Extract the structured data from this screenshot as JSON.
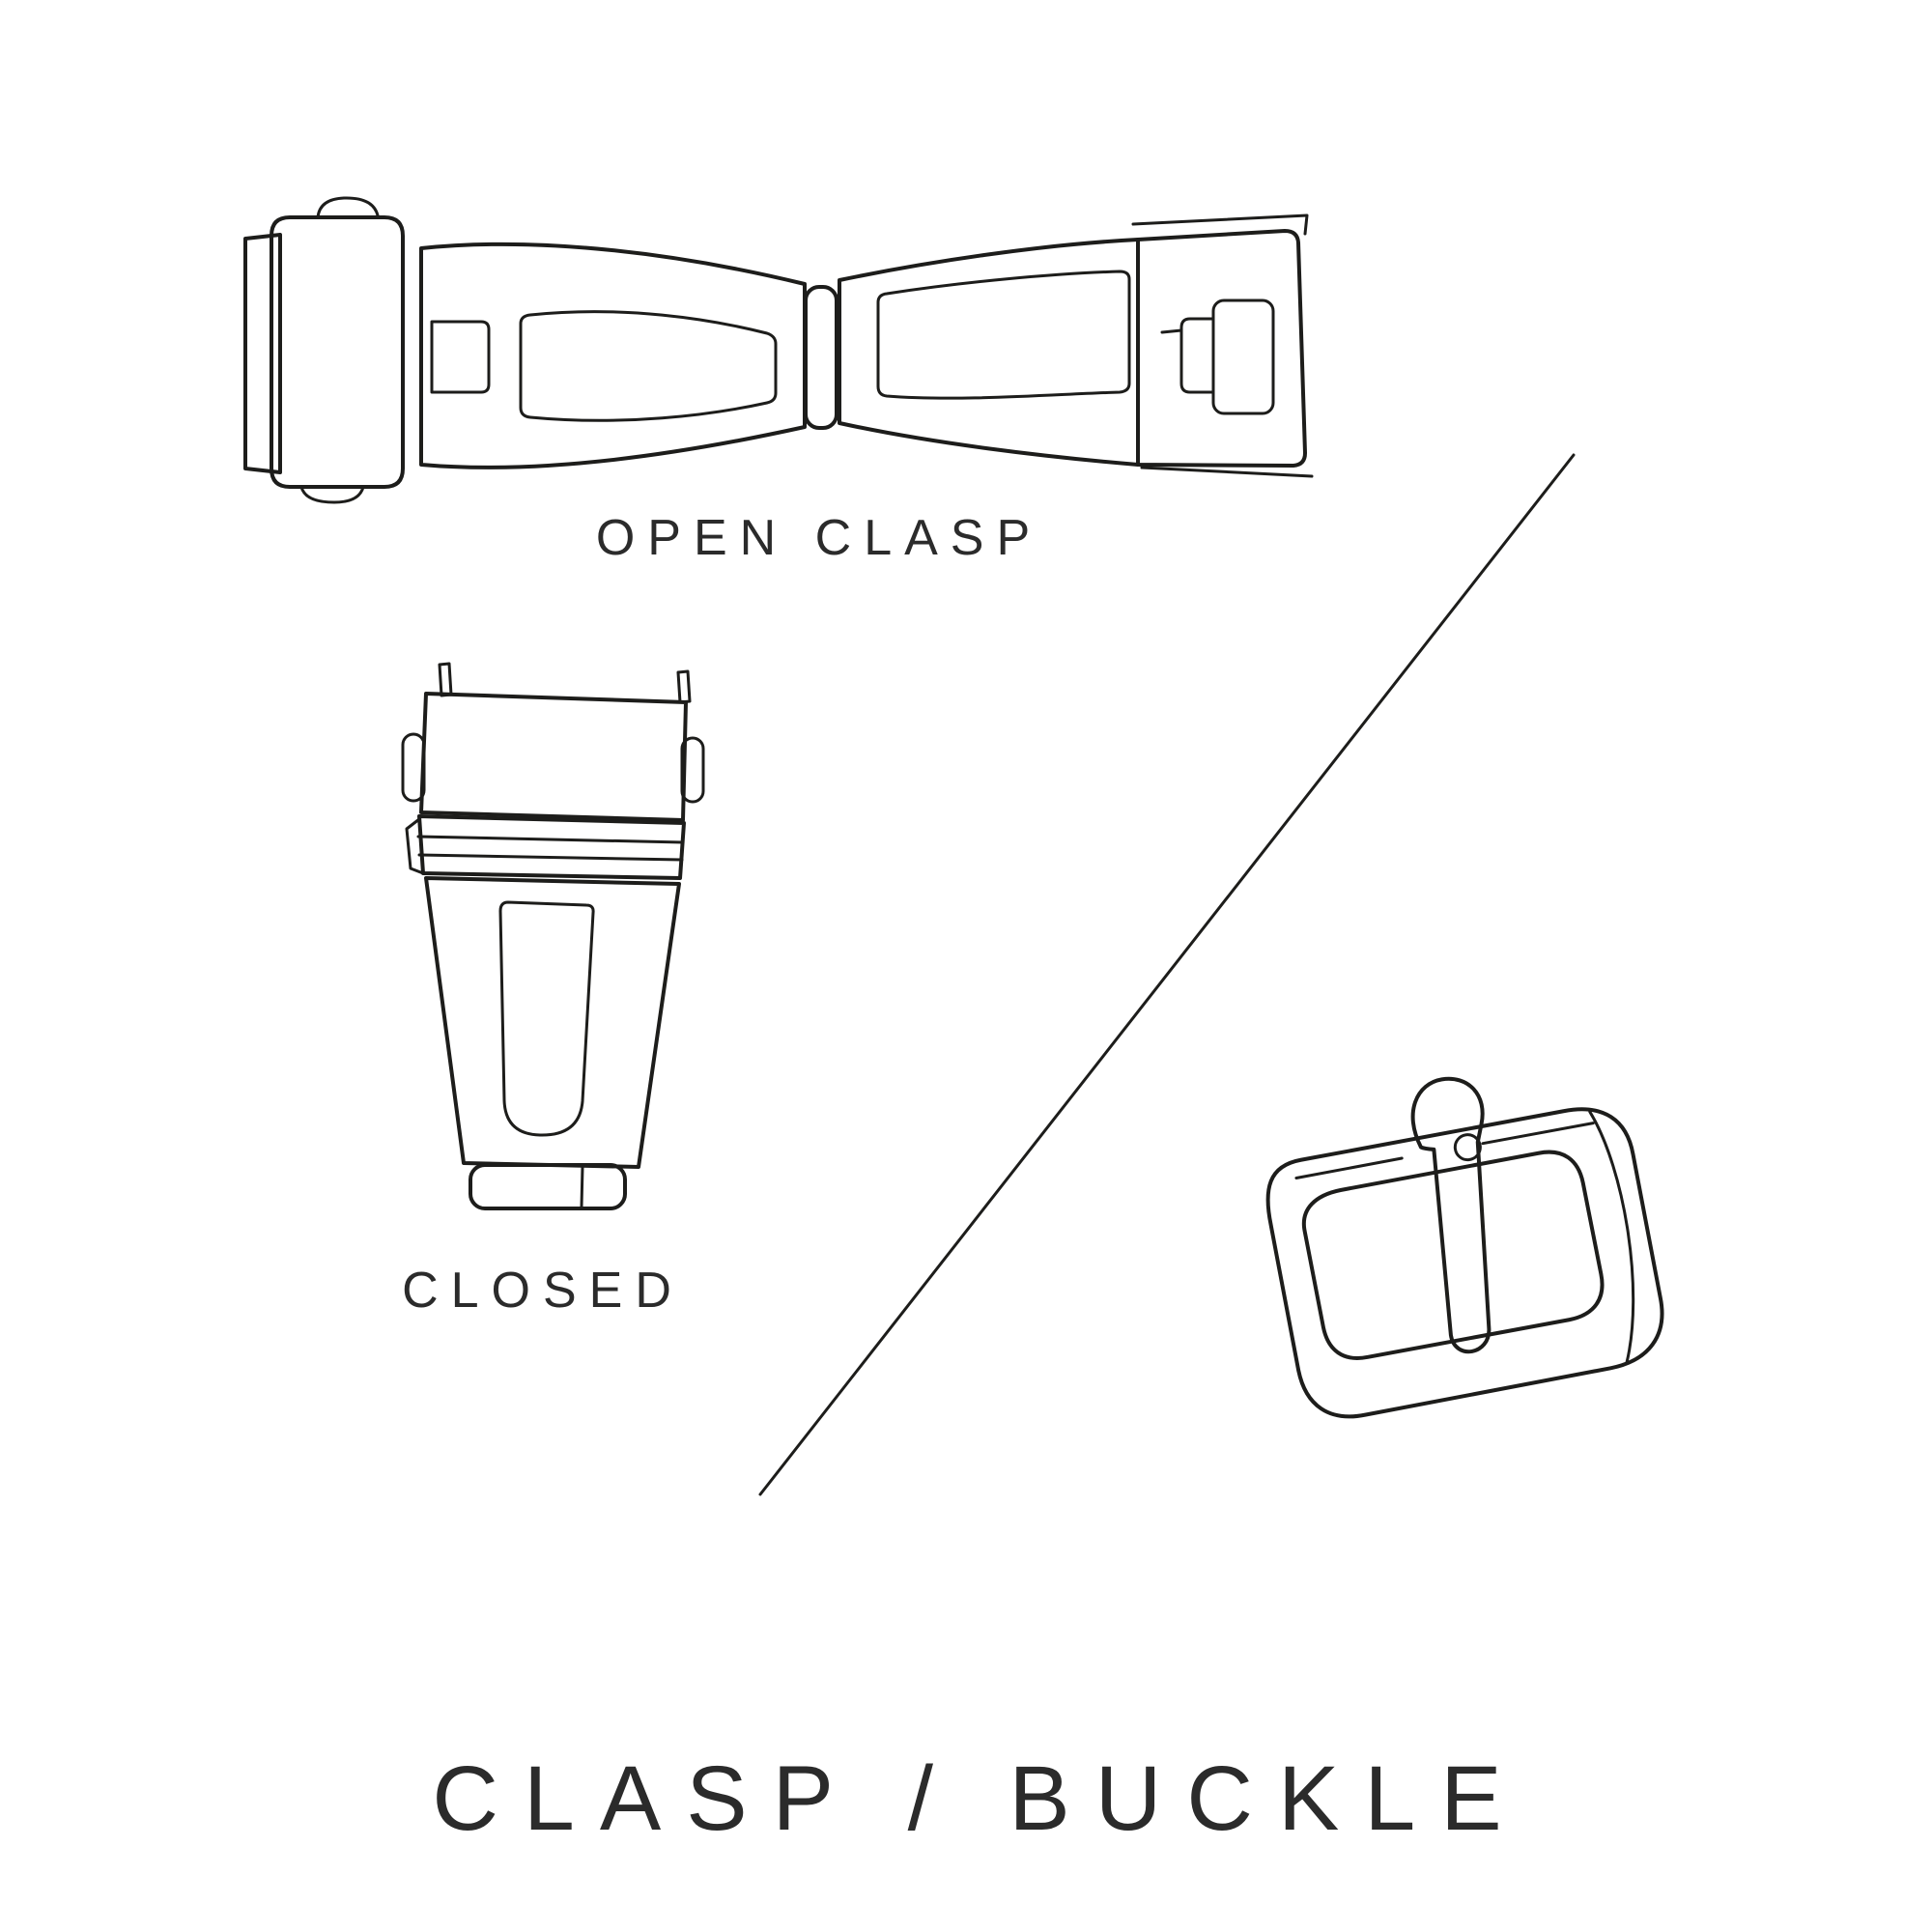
{
  "colors": {
    "background": "#ffffff",
    "line": "#1d1d1b",
    "text": "#2b2b2b"
  },
  "labels": {
    "open_clasp": "OPEN CLASP",
    "closed": "CLOSED",
    "title": "CLASP / BUCKLE"
  },
  "illustrations": {
    "open_clasp": "open-clasp-line-drawing",
    "closed_clasp": "closed-clasp-line-drawing",
    "buckle": "tang-buckle-line-drawing",
    "divider": "diagonal-divider-line"
  }
}
